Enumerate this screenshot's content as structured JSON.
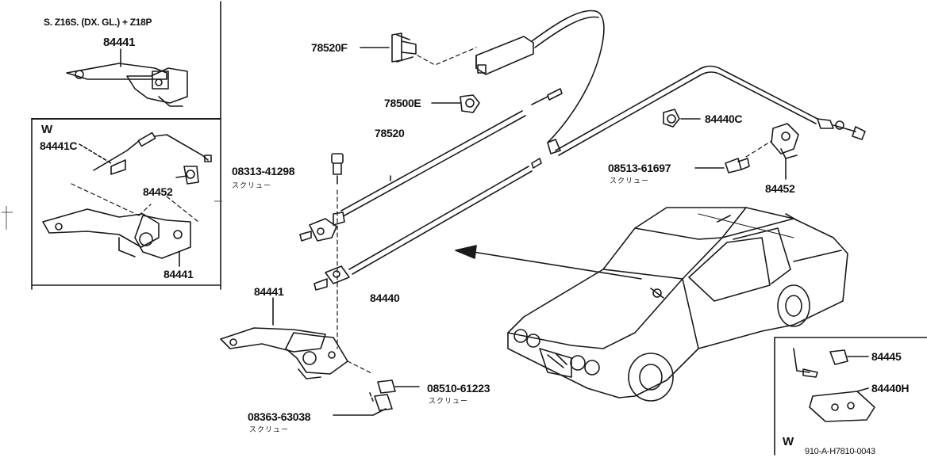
{
  "inset_top": {
    "heading": "S. Z16S. (DX. GL.) + Z18P",
    "part": "84441"
  },
  "inset_mid": {
    "variant": "W",
    "part_a": "84441C",
    "part_b": "84452",
    "part_c": "84441"
  },
  "inset_bottom_right": {
    "variant": "W",
    "part_a": "84445",
    "part_b": "84440H",
    "code": "910-A-H7810-0043"
  },
  "parts": {
    "p78520F": "78520F",
    "p78500E": "78500E",
    "p78520": "78520",
    "p08313": "08313-41298",
    "p08313_sub": "スクリュー",
    "p84440C": "84440C",
    "p08513": "08513-61697",
    "p08513_sub": "スクリュー",
    "p84452": "84452",
    "p84441": "84441",
    "p84440": "84440",
    "p08510": "08510-61223",
    "p08510_sub": "スクリュー",
    "p08363": "08363-63038",
    "p08363_sub": "スクリュー"
  }
}
